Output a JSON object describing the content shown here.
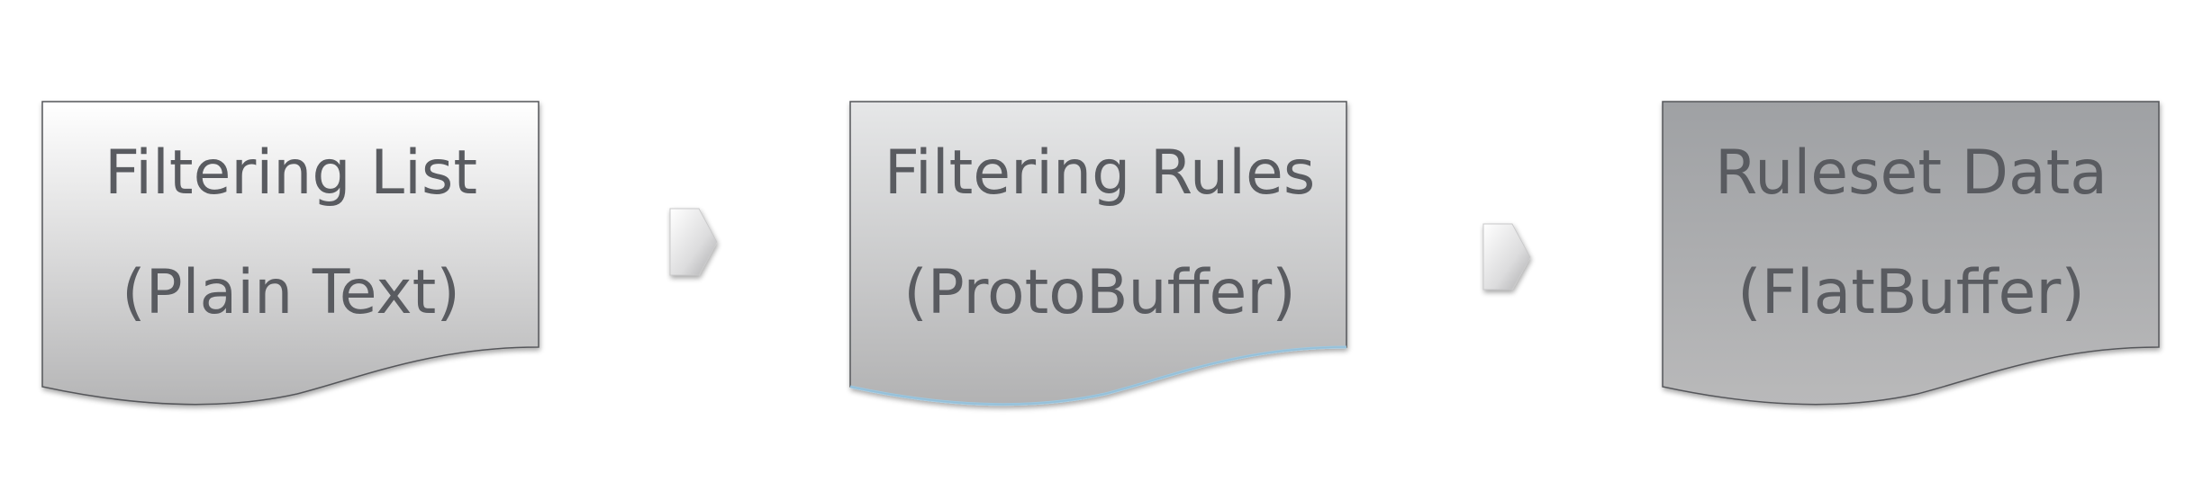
{
  "diagram": {
    "nodes": [
      {
        "id": "filtering-list",
        "line1": "Filtering List",
        "line2": "(Plain Text)",
        "style": "light"
      },
      {
        "id": "filtering-rules",
        "line1": "Filtering Rules",
        "line2": "(ProtoBuffer)",
        "style": "medium"
      },
      {
        "id": "ruleset-data",
        "line1": "Ruleset Data",
        "line2": "(FlatBuffer)",
        "style": "dark"
      }
    ],
    "edges": [
      {
        "from": "filtering-list",
        "to": "filtering-rules"
      },
      {
        "from": "filtering-rules",
        "to": "ruleset-data"
      }
    ],
    "colors": {
      "text": "#595b60",
      "light_top": "#ffffff",
      "light_bottom": "#b5b5b6",
      "medium_top": "#e6e7e8",
      "medium_bottom": "#b2b2b3",
      "dark_top": "#9fa1a4",
      "dark_bottom": "#b9b9ba",
      "border": "#55565a",
      "highlight": "#9ccbe6"
    }
  }
}
